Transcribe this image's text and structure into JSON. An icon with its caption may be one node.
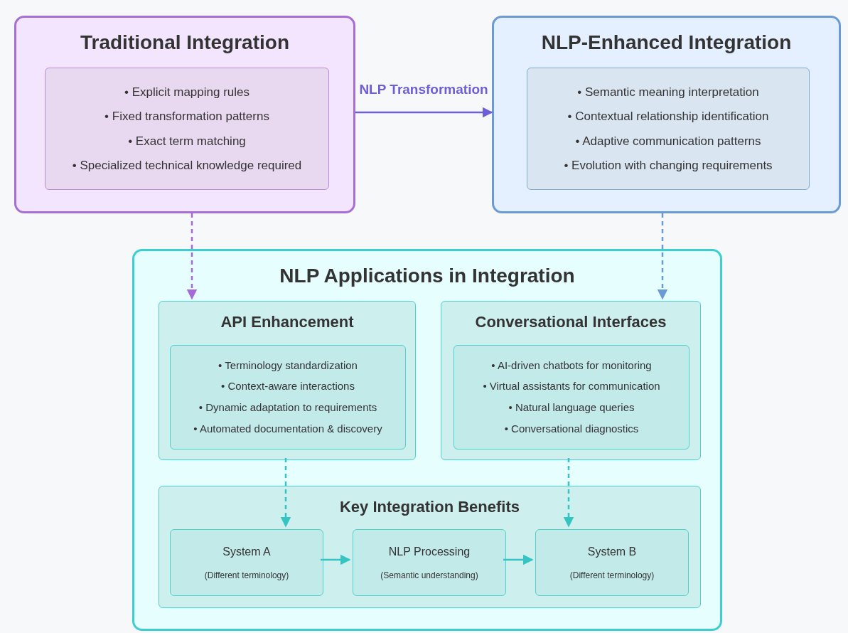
{
  "diagram": {
    "nodes": [
      {
        "text": [
          "Traditional Integration"
        ]
      },
      {
        "text": [
          "• Explicit mapping rules",
          "• Fixed transformation patterns",
          "• Exact term matching",
          "• Specialized technical knowledge required"
        ],
        "in": 0
      },
      {
        "text": [
          "NLP-Enhanced Integration"
        ]
      },
      {
        "text": [
          "• Semantic meaning interpretation",
          "• Contextual relationship identification",
          "• Adaptive communication patterns",
          "• Evolution with changing requirements"
        ],
        "in": 2
      },
      {
        "text": [
          "NLP Applications in Integration"
        ]
      },
      {
        "text": [
          "API Enhancement"
        ],
        "in": 4
      },
      {
        "text": [
          "• Terminology standardization",
          "• Context-aware interactions",
          "• Dynamic adaptation to requirements",
          "• Automated documentation & discovery"
        ],
        "in": 5
      },
      {
        "text": [
          "Conversational Interfaces"
        ],
        "in": 4
      },
      {
        "text": [
          "• AI-driven chatbots for monitoring",
          "• Virtual assistants for communication",
          "• Natural language queries",
          "• Conversational diagnostics"
        ],
        "in": 7
      },
      {
        "text": [
          "Key Integration Benefits"
        ],
        "in": 4
      },
      {
        "text": [
          "System A",
          "(Different terminology)"
        ],
        "in": 9
      },
      {
        "text": [
          "NLP Processing",
          "(Semantic understanding)"
        ],
        "in": 9
      },
      {
        "text": [
          "System B",
          "(Different terminology)"
        ],
        "in": 9
      }
    ],
    "edges": [
      {
        "from": 0,
        "to": 2,
        "arrow": "to",
        "label": "NLP Transformation",
        "color": "#6c5fd8"
      },
      {
        "from": 0,
        "to": 5,
        "arrow": "to",
        "style": "dashed",
        "color": "#a46bd8"
      },
      {
        "from": 2,
        "to": 7,
        "arrow": "to",
        "style": "dashed",
        "color": "#6a9bd4"
      },
      {
        "from": 5,
        "to": 10,
        "arrow": "to",
        "style": "dashed"
      },
      {
        "from": 7,
        "to": 12,
        "arrow": "to",
        "style": "dashed"
      },
      {
        "from": 10,
        "to": 11,
        "arrow": "to"
      },
      {
        "from": 11,
        "to": 12,
        "arrow": "to"
      }
    ]
  }
}
